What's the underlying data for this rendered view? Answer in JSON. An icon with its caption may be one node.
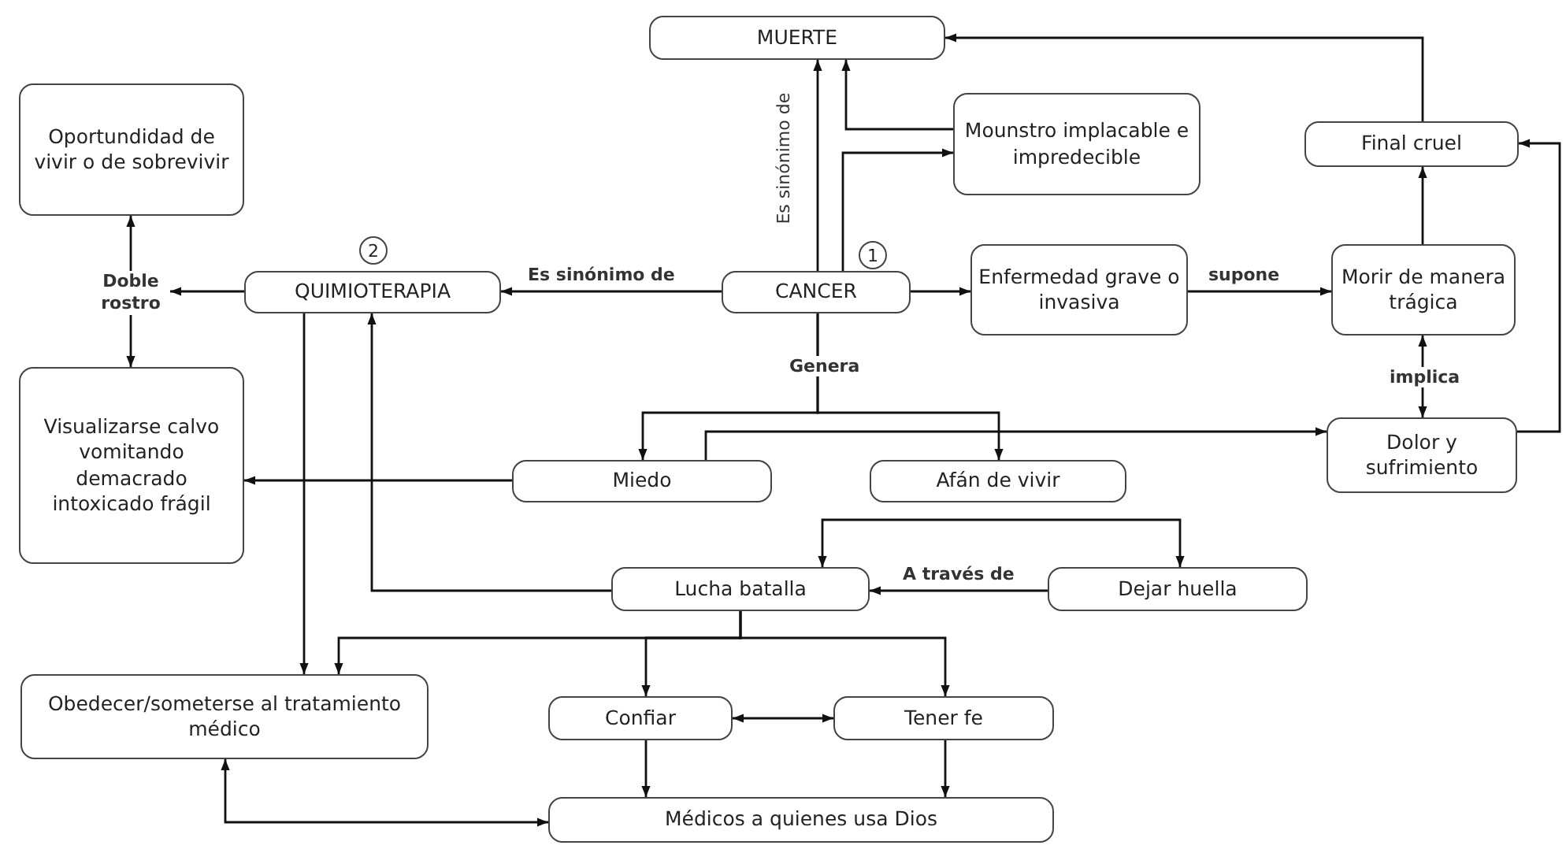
{
  "diagram": {
    "nodes": [
      {
        "text": [
          "MUERTE"
        ]
      },
      {
        "text": [
          "Oportundidad de vivir o de sobrevivir"
        ]
      },
      {
        "text": [
          "Mounstro implacable e impredecible"
        ]
      },
      {
        "text": [
          "Final cruel"
        ]
      },
      {
        "text": [
          "QUIMIOTERAPIA"
        ],
        "beside": [
          "2"
        ]
      },
      {
        "text": [
          "CANCER"
        ],
        "beside": [
          "1"
        ]
      },
      {
        "text": [
          "Enfermedad grave o invasiva"
        ]
      },
      {
        "text": [
          "Morir de manera trágica"
        ]
      },
      {
        "text": [
          "Doble rostro"
        ]
      },
      {
        "text": [
          "Visualizarse calvo vomitando demacrado intoxicado frágil"
        ]
      },
      {
        "text": [
          "Miedo"
        ]
      },
      {
        "text": [
          "Afán de vivir"
        ]
      },
      {
        "text": [
          "Dolor y sufrimiento"
        ]
      },
      {
        "text": [
          "Lucha batalla"
        ]
      },
      {
        "text": [
          "Dejar huella"
        ]
      },
      {
        "text": [
          "Obedecer/someterse al tratamiento médico"
        ]
      },
      {
        "text": [
          "Confiar"
        ]
      },
      {
        "text": [
          "Tener fe"
        ]
      },
      {
        "text": [
          "Médicos a quienes usa Dios"
        ]
      }
    ],
    "edges": [
      {
        "from": 5,
        "to": 0,
        "arrow": "to",
        "label": "Es sinónimo de"
      },
      {
        "from": 5,
        "to": 2,
        "arrow": "to"
      },
      {
        "from": 2,
        "to": 0,
        "arrow": "to"
      },
      {
        "from": 5,
        "to": 4,
        "arrow": "to",
        "label": "Es sinónimo de"
      },
      {
        "from": 5,
        "to": 6,
        "arrow": "to"
      },
      {
        "from": 6,
        "to": 7,
        "arrow": "to",
        "label": "supone"
      },
      {
        "from": 7,
        "to": 3,
        "arrow": "to"
      },
      {
        "from": 3,
        "to": 0,
        "arrow": "to"
      },
      {
        "from": 7,
        "to": 12,
        "arrow": "both",
        "label": "implica"
      },
      {
        "from": 12,
        "to": 3,
        "arrow": "to"
      },
      {
        "from": 4,
        "to": 8,
        "arrow": "to"
      },
      {
        "from": 8,
        "to": 1,
        "arrow": "to"
      },
      {
        "from": 8,
        "to": 9,
        "arrow": "to"
      },
      {
        "from": 5,
        "to": 10,
        "arrow": "to",
        "label": "Genera"
      },
      {
        "from": 5,
        "to": 11,
        "arrow": "to"
      },
      {
        "from": 10,
        "to": 12,
        "arrow": "to"
      },
      {
        "from": 10,
        "to": 9,
        "arrow": "to"
      },
      {
        "from": 13,
        "to": 4,
        "arrow": "to"
      },
      {
        "from": 4,
        "to": 15,
        "arrow": "to"
      },
      {
        "from": 14,
        "to": 13,
        "arrow": "to",
        "label": "A través de"
      },
      {
        "from": 13,
        "to": 14,
        "arrow": "both"
      },
      {
        "from": 13,
        "to": 15,
        "arrow": "to"
      },
      {
        "from": 13,
        "to": 16,
        "arrow": "to"
      },
      {
        "from": 13,
        "to": 17,
        "arrow": "to"
      },
      {
        "from": 16,
        "to": 17,
        "arrow": "both"
      },
      {
        "from": 16,
        "to": 18,
        "arrow": "to"
      },
      {
        "from": 17,
        "to": 18,
        "arrow": "to"
      },
      {
        "from": 15,
        "to": 18,
        "arrow": "both"
      }
    ]
  }
}
